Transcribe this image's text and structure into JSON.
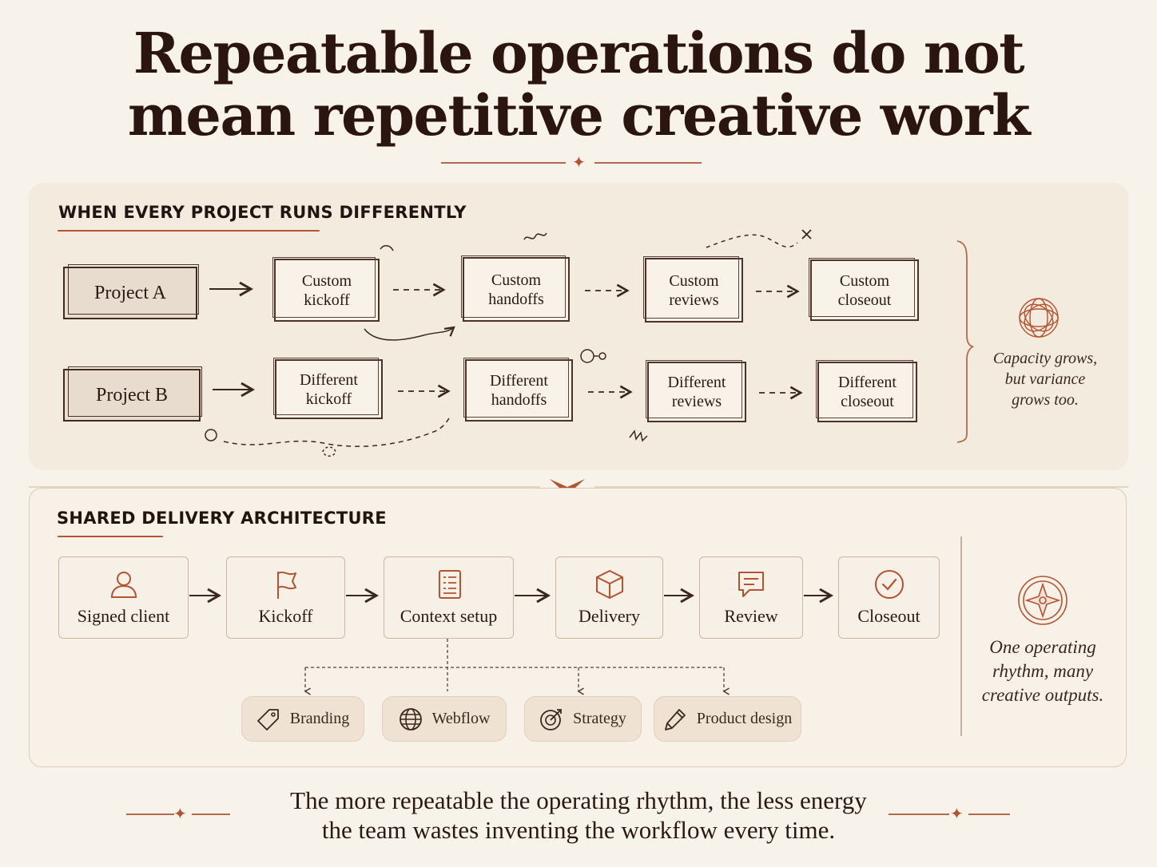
{
  "title": {
    "line1": "Repeatable operations do not",
    "line2": "mean repetitive creative work"
  },
  "section_varied": {
    "heading": "WHEN EVERY PROJECT RUNS DIFFERENTLY",
    "project_a": {
      "label": "Project A",
      "steps": [
        "Custom kickoff",
        "Custom handoffs",
        "Custom reviews",
        "Custom closeout"
      ]
    },
    "project_b": {
      "label": "Project B",
      "steps": [
        "Different kickoff",
        "Different handoffs",
        "Different reviews",
        "Different closeout"
      ]
    },
    "note": {
      "line1": "Capacity grows,",
      "line2": "but variance",
      "line3": "grows too."
    }
  },
  "section_shared": {
    "heading": "SHARED DELIVERY ARCHITECTURE",
    "steps": [
      {
        "label": "Signed client",
        "icon": "person-icon"
      },
      {
        "label": "Kickoff",
        "icon": "flag-icon"
      },
      {
        "label": "Context setup",
        "icon": "document-icon"
      },
      {
        "label": "Delivery",
        "icon": "cube-icon"
      },
      {
        "label": "Review",
        "icon": "chat-icon"
      },
      {
        "label": "Closeout",
        "icon": "check-circle-icon"
      }
    ],
    "outputs": [
      {
        "label": "Branding",
        "icon": "tag-icon"
      },
      {
        "label": "Webflow",
        "icon": "globe-icon"
      },
      {
        "label": "Strategy",
        "icon": "target-icon"
      },
      {
        "label": "Product design",
        "icon": "pen-icon"
      }
    ],
    "note": {
      "line1": "One operating",
      "line2": "rhythm, many",
      "line3": "creative outputs."
    }
  },
  "footer": {
    "line1": "The more repeatable the operating rhythm, the less energy",
    "line2": "the team wastes inventing the workflow every time."
  },
  "colors": {
    "accent": "#b4532f",
    "ink": "#2a1a14",
    "background": "#f8f3ea"
  }
}
